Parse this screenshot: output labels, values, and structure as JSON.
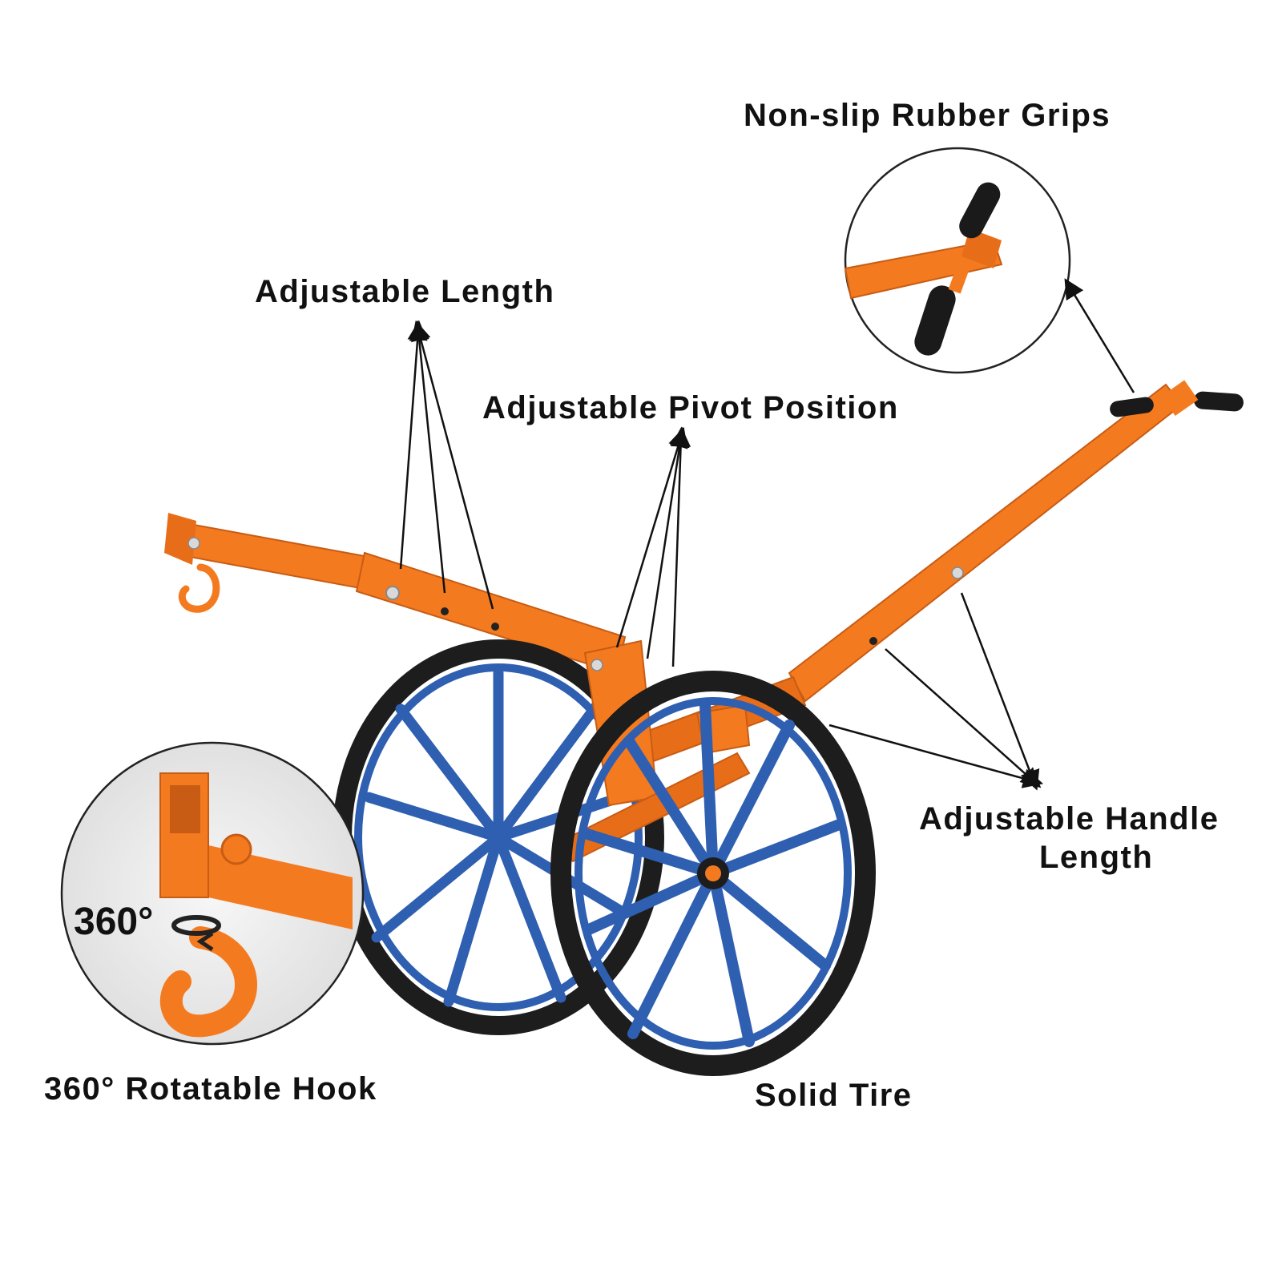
{
  "labels": {
    "grips": "Non-slip Rubber Grips",
    "length": "Adjustable Length",
    "pivot": "Adjustable Pivot Position",
    "handle_line1": "Adjustable Handle",
    "handle_line2": "Length",
    "hook": "360° Rotatable Hook",
    "tire": "Solid Tire",
    "rotation": "360°"
  },
  "colors": {
    "frame": "#f47a20",
    "frame_shade": "#d9621a",
    "wheel_spoke": "#2f5fb0",
    "tire": "#1d1d1d",
    "grip": "#1a1a1a",
    "text": "#111111",
    "callout_bg": "#ececec"
  }
}
